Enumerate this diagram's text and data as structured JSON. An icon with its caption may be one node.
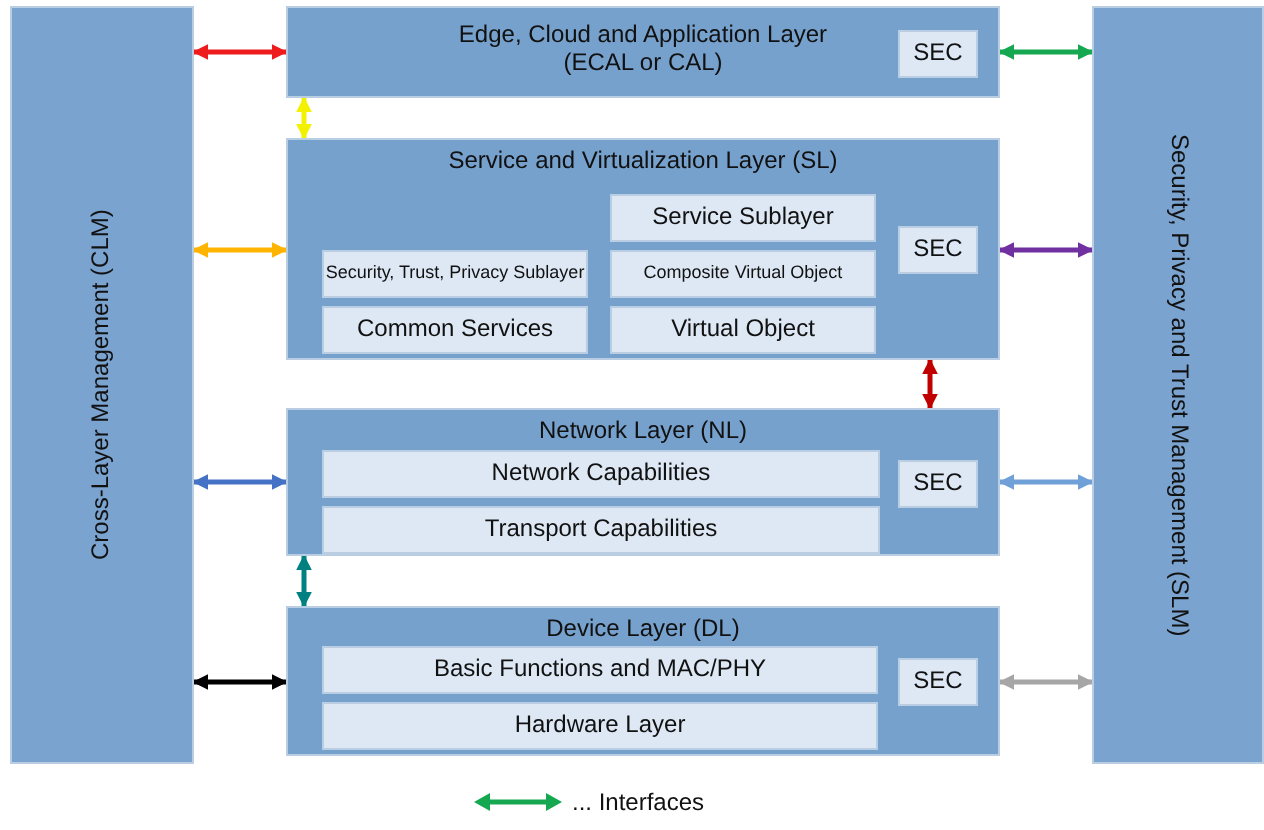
{
  "diagram": {
    "nodes": [
      {
        "text": [
          "Cross-Layer Management (CLM)"
        ]
      },
      {
        "text": [
          "Edge, Cloud and Application Layer (ECAL or CAL)"
        ]
      },
      {
        "text": [
          "SEC"
        ],
        "in": 1
      },
      {
        "text": [
          "Service and Virtualization Layer (SL)"
        ]
      },
      {
        "text": [
          "Service Sublayer"
        ],
        "in": 3
      },
      {
        "text": [
          "Security, Trust, Privacy Sublayer"
        ],
        "in": 3
      },
      {
        "text": [
          "Composite Virtual Object"
        ],
        "in": 3
      },
      {
        "text": [
          "SEC"
        ],
        "in": 3
      },
      {
        "text": [
          "Common Services"
        ],
        "in": 3
      },
      {
        "text": [
          "Virtual Object"
        ],
        "in": 3
      },
      {
        "text": [
          "Network Layer (NL)"
        ]
      },
      {
        "text": [
          "Network Capabilities"
        ],
        "in": 10
      },
      {
        "text": [
          "SEC"
        ],
        "in": 10
      },
      {
        "text": [
          "Transport Capabilities"
        ],
        "in": 10
      },
      {
        "text": [
          "Device Layer (DL)"
        ]
      },
      {
        "text": [
          "Basic Functions and MAC/PHY"
        ],
        "in": 14
      },
      {
        "text": [
          "SEC"
        ],
        "in": 14
      },
      {
        "text": [
          "Hardware Layer"
        ],
        "in": 14
      },
      {
        "text": [
          "Security, Privacy and Trust Management (SLM)"
        ]
      }
    ],
    "edges": [
      {
        "from": 0,
        "to": 1,
        "arrow": "both",
        "color": "#ee1c1c"
      },
      {
        "from": 1,
        "to": 18,
        "arrow": "both",
        "color": "#16a850"
      },
      {
        "from": 1,
        "to": 3,
        "arrow": "both",
        "color": "#f2f200"
      },
      {
        "from": 0,
        "to": 3,
        "arrow": "both",
        "color": "#ffb400"
      },
      {
        "from": 3,
        "to": 18,
        "arrow": "both",
        "color": "#7030a0"
      },
      {
        "from": 3,
        "to": 10,
        "arrow": "both",
        "color": "#c00000"
      },
      {
        "from": 0,
        "to": 10,
        "arrow": "both",
        "color": "#4472c4"
      },
      {
        "from": 10,
        "to": 18,
        "arrow": "both",
        "color": "#6fa0d8"
      },
      {
        "from": 10,
        "to": 14,
        "arrow": "both",
        "color": "#008080"
      },
      {
        "from": 0,
        "to": 14,
        "arrow": "both",
        "color": "#000000"
      },
      {
        "from": 14,
        "to": 18,
        "arrow": "both",
        "color": "#a6a6a6"
      }
    ],
    "legend": [
      {
        "text": "... Interfaces"
      }
    ]
  }
}
